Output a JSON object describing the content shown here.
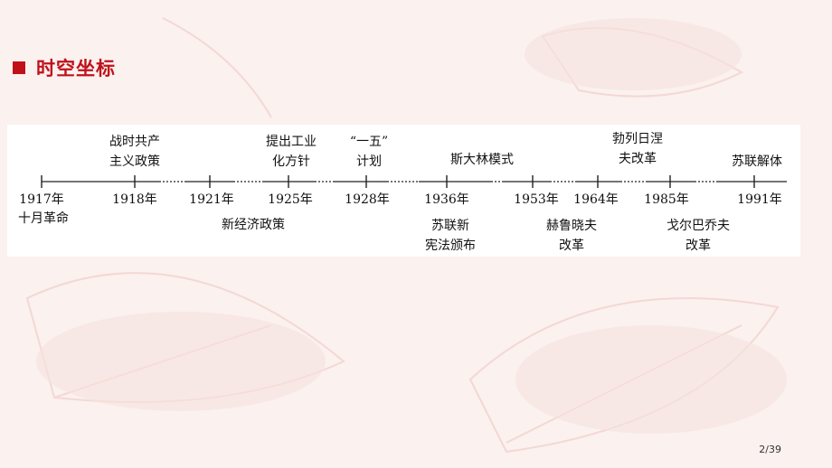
{
  "title": "时空坐标",
  "page_number": "2/39",
  "colors": {
    "accent": "#c0111b",
    "background": "#fbf1ef",
    "panel": "#ffffff"
  },
  "timeline": {
    "years": [
      "1917年",
      "1918年",
      "1921年",
      "1925年",
      "1928年",
      "1936年",
      "1953年",
      "1964年",
      "1985年",
      "1991年"
    ],
    "first_event": "十月革命",
    "above": [
      [
        "战时共产",
        "主义政策"
      ],
      [
        "提出工业",
        "化方针"
      ],
      [
        "“一五”",
        "计划"
      ],
      [
        "斯大林模式"
      ],
      [
        "勃列日涅",
        "夫改革"
      ],
      [
        "苏联解体"
      ]
    ],
    "below": [
      [
        "新经济政策"
      ],
      [
        "苏联新",
        "宪法颁布"
      ],
      [
        "赫鲁晓夫",
        "改革"
      ],
      [
        "戈尔巴乔夫",
        "改革"
      ]
    ]
  }
}
